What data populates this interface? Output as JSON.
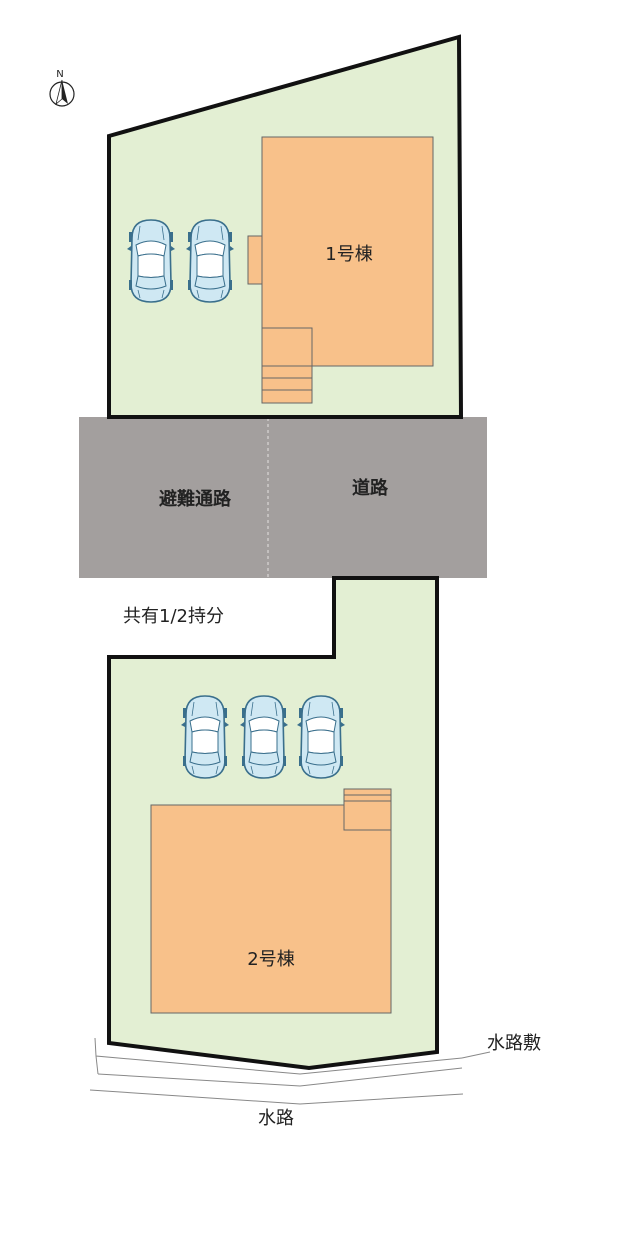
{
  "plan": {
    "compass_letter": "N",
    "building_1": "1号棟",
    "building_2": "2号棟",
    "evac_path": "避難通路",
    "road": "道路",
    "shared": "共有1/2持分",
    "waterway_land": "水路敷",
    "waterway": "水路"
  },
  "colors": {
    "lot": "#e3efd3",
    "building": "#f8c18a",
    "road": "#a39f9e",
    "car_body": "#cfe8f3",
    "car_outline": "#3a6f8c",
    "boundary": "#111111"
  },
  "icons": [
    "compass-icon",
    "car-icon"
  ]
}
